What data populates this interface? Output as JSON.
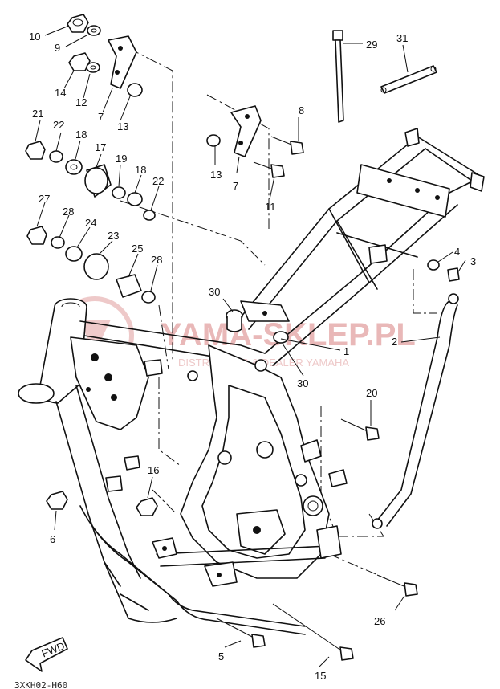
{
  "watermark": {
    "main": "YAMA-SKLEP.PL",
    "sub": "DISTRIBUTOR & DEALER YAMAHA"
  },
  "fwd_label": "FWD",
  "figure_code": "3XKH02-H60",
  "callouts": {
    "p1": "1",
    "p2": "2",
    "p3": "3",
    "p4": "4",
    "p5": "5",
    "p6": "6",
    "p7a": "7",
    "p7b": "7",
    "p8": "8",
    "p9": "9",
    "p10": "10",
    "p11": "11",
    "p12": "12",
    "p13a": "13",
    "p13b": "13",
    "p14": "14",
    "p15": "15",
    "p16": "16",
    "p17": "17",
    "p18a": "18",
    "p18b": "18",
    "p19": "19",
    "p20": "20",
    "p21": "21",
    "p22a": "22",
    "p22b": "22",
    "p23": "23",
    "p24": "24",
    "p25": "25",
    "p26": "26",
    "p27": "27",
    "p28a": "28",
    "p28b": "28",
    "p29": "29",
    "p30a": "30",
    "p30b": "30",
    "p31": "31"
  }
}
